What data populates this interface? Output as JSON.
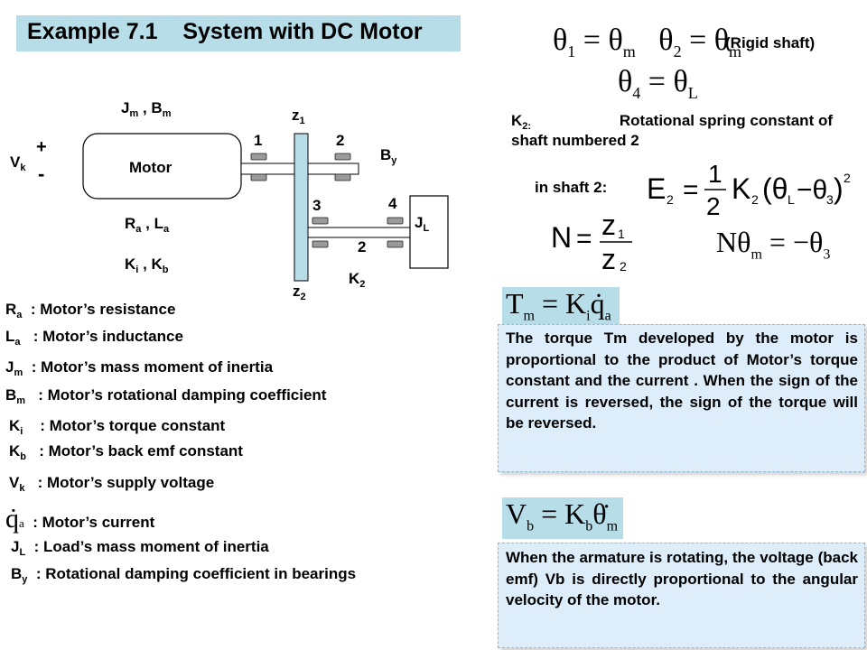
{
  "title": {
    "example": "Example 7.1",
    "text": "System with DC Motor"
  },
  "diagram": {
    "motor_label": "Motor",
    "plus": "+",
    "minus": "-",
    "vk": {
      "base": "V",
      "sub": "k"
    },
    "jm_bm": {
      "a": "J",
      "a_sub": "m",
      "sep": " , ",
      "b": "B",
      "b_sub": "m"
    },
    "ra_la": {
      "a": "R",
      "a_sub": "a",
      "sep": " , ",
      "b": "L",
      "b_sub": "a"
    },
    "ki_kb": {
      "a": "K",
      "a_sub": "i",
      "sep": " , ",
      "b": "K",
      "b_sub": "b"
    },
    "z1": {
      "base": "z",
      "sub": "1"
    },
    "z2": {
      "base": "z",
      "sub": "2"
    },
    "by": {
      "base": "B",
      "sub": "y"
    },
    "jl": {
      "base": "J",
      "sub": "L"
    },
    "k2": {
      "base": "K",
      "sub": "2"
    },
    "num1": "1",
    "num2": "2",
    "num3": "3",
    "num4": "4",
    "shaft2": "2"
  },
  "definitions": [
    {
      "sym": "R",
      "sub": "a",
      "text": ": Motor’s resistance"
    },
    {
      "sym": "L",
      "sub": "a",
      "text": ": Motor’s inductance"
    },
    {
      "sym": "J",
      "sub": "m",
      "text": ": Motor’s mass moment of inertia"
    },
    {
      "sym": "B",
      "sub": "m",
      "text": ": Motor’s rotational damping coefficient"
    },
    {
      "sym": "K",
      "sub": "i",
      "text": ": Motor’s torque constant"
    },
    {
      "sym": "K",
      "sub": "b",
      "text": ": Motor’s back emf constant"
    },
    {
      "sym": "V",
      "sub": "k",
      "text": ": Motor’s supply voltage"
    },
    {
      "sym": "q̇",
      "sub": "a",
      "text": ": Motor’s current"
    },
    {
      "sym": "J",
      "sub": "L",
      "text": ": Load’s mass moment of inertia"
    },
    {
      "sym": "B",
      "sub": "y",
      "text": ": Rotational damping coefficient in bearings"
    }
  ],
  "right": {
    "rigid_shaft": "(Rigid shaft)",
    "k2_note": {
      "sym": "K",
      "sub": "2:",
      "line1": "Rotational spring constant of",
      "line2": "shaft numbered 2"
    },
    "in_shaft": "in shaft 2:",
    "torque_text": "The torque Tm developed by the motor is proportional to the product of Motor’s torque constant and the current . When the sign of the current is reversed, the sign of the torque will be reversed.",
    "emf_text": "When the armature is rotating, the voltage (back emf) Vb is directly proportional to the angular velocity of the motor."
  },
  "colors": {
    "title_bg": "#b7dde8",
    "panel_bg": "#ddeefa",
    "shaft_blue": "#b7dde8"
  }
}
